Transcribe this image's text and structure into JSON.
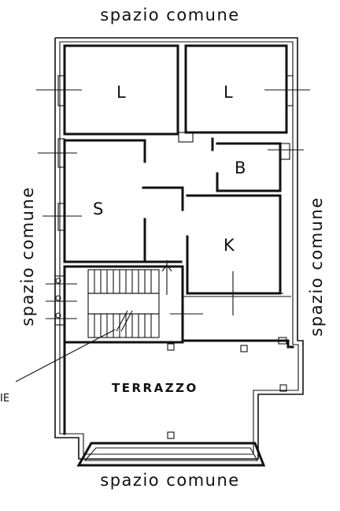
{
  "labels": {
    "top": "spazio comune",
    "bottom": "spazio comune",
    "left": "spazio comune",
    "right": "spazio comune",
    "terrace": "TERRAZZO",
    "partial": "IE"
  },
  "rooms": {
    "bedroom_left": "L",
    "bedroom_right": "L",
    "bath": "B",
    "living": "S",
    "kitchen": "K"
  }
}
